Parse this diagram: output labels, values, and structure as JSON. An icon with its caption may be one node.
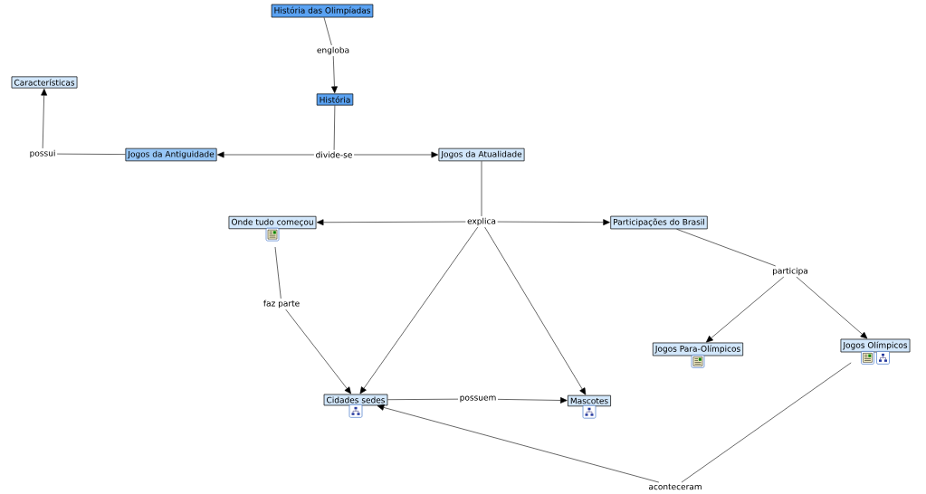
{
  "diagram": {
    "nodes": [
      {
        "text": [
          "História das Olimpíadas"
        ]
      },
      {
        "text": [
          "engloba"
        ]
      },
      {
        "text": [
          "Características"
        ]
      },
      {
        "text": [
          "História"
        ]
      },
      {
        "text": [
          "possui"
        ]
      },
      {
        "text": [
          "Jogos da Antiguidade"
        ]
      },
      {
        "text": [
          "divide-se"
        ]
      },
      {
        "text": [
          "Jogos da Atualidade"
        ]
      },
      {
        "text": [
          "Onde tudo começou"
        ]
      },
      {
        "text": [
          "explica"
        ]
      },
      {
        "text": [
          "Participações do Brasil"
        ]
      },
      {
        "text": [
          "participa"
        ]
      },
      {
        "text": [
          "faz parte"
        ]
      },
      {
        "text": [
          "Jogos Para-Olímpicos"
        ]
      },
      {
        "text": [
          "Jogos Olímpicos"
        ]
      },
      {
        "text": [
          "Cidades sedes"
        ]
      },
      {
        "text": [
          "possuem"
        ]
      },
      {
        "text": [
          "Mascotes"
        ]
      },
      {
        "text": [
          "aconteceram"
        ]
      }
    ],
    "edges": [
      {
        "from": 0,
        "to": 1,
        "arrow": "none"
      },
      {
        "from": 1,
        "to": 3,
        "arrow": "to"
      },
      {
        "from": 3,
        "to": 6,
        "arrow": "none"
      },
      {
        "from": 6,
        "to": 5,
        "arrow": "to"
      },
      {
        "from": 6,
        "to": 7,
        "arrow": "to"
      },
      {
        "from": 5,
        "to": 4,
        "arrow": "none"
      },
      {
        "from": 4,
        "to": 2,
        "arrow": "to"
      },
      {
        "from": 7,
        "to": 9,
        "arrow": "none"
      },
      {
        "from": 9,
        "to": 8,
        "arrow": "to"
      },
      {
        "from": 9,
        "to": 10,
        "arrow": "to"
      },
      {
        "from": 9,
        "to": 15,
        "arrow": "to"
      },
      {
        "from": 9,
        "to": 17,
        "arrow": "to"
      },
      {
        "from": 8,
        "to": 12,
        "arrow": "none"
      },
      {
        "from": 12,
        "to": 15,
        "arrow": "to"
      },
      {
        "from": 10,
        "to": 11,
        "arrow": "none"
      },
      {
        "from": 11,
        "to": 13,
        "arrow": "to"
      },
      {
        "from": 11,
        "to": 14,
        "arrow": "to"
      },
      {
        "from": 15,
        "to": 16,
        "arrow": "none"
      },
      {
        "from": 16,
        "to": 17,
        "arrow": "to"
      },
      {
        "from": 14,
        "to": 18,
        "arrow": "none"
      },
      {
        "from": 18,
        "to": 15,
        "arrow": "to"
      }
    ]
  }
}
